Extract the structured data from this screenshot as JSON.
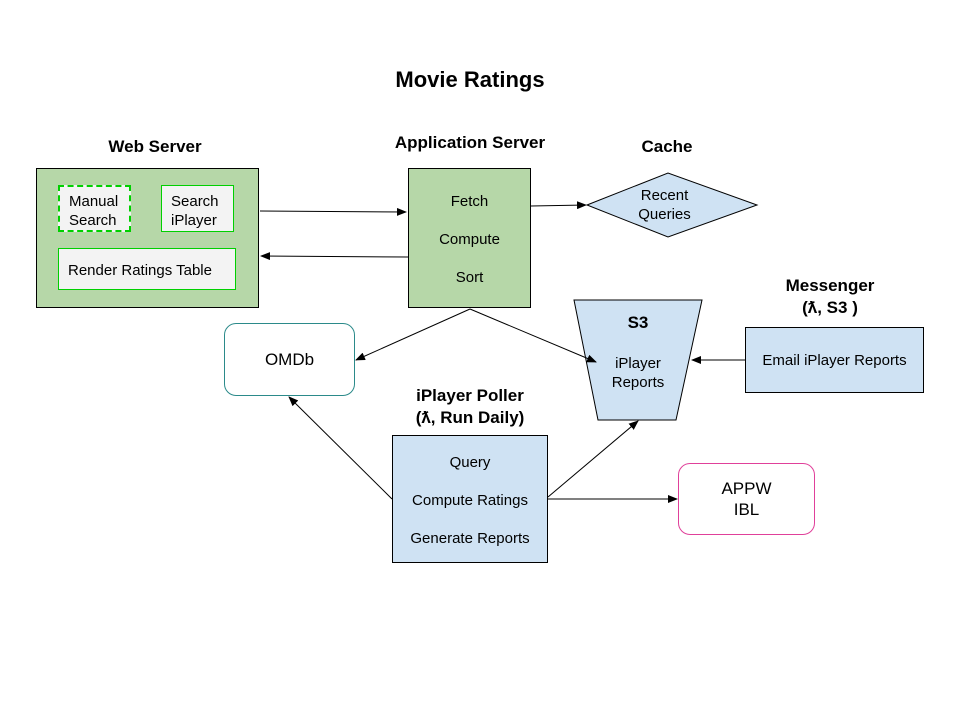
{
  "diagram": {
    "title": "Movie Ratings",
    "web_server": {
      "heading": "Web Server",
      "manual_search": [
        "Manual",
        "Search"
      ],
      "search_iplayer": [
        "Search",
        "iPlayer"
      ],
      "render_table": "Render Ratings Table"
    },
    "app_server": {
      "heading": "Application Server",
      "items": [
        "Fetch",
        "Compute",
        "Sort"
      ]
    },
    "cache": {
      "heading": "Cache",
      "label": [
        "Recent",
        "Queries"
      ]
    },
    "messenger": {
      "heading": [
        "Messenger",
        "(ƛ, S3 )"
      ],
      "label": "Email iPlayer Reports"
    },
    "s3": {
      "title": "S3",
      "label": [
        "iPlayer",
        "Reports"
      ]
    },
    "omdb": {
      "label": "OMDb"
    },
    "poller": {
      "heading": [
        "iPlayer Poller",
        "(ƛ, Run Daily)"
      ],
      "items": [
        "Query",
        "Compute Ratings",
        "Generate Reports"
      ]
    },
    "appw": {
      "label": [
        "APPW",
        "IBL"
      ]
    },
    "colors": {
      "green_fill": "#b6d7a8",
      "blue_fill": "#cfe2f3",
      "inner_fill": "#f3f3f3",
      "inner_border": "#00d000",
      "omdb_border": "#2b8a8a",
      "appw_border": "#e0409a"
    }
  }
}
